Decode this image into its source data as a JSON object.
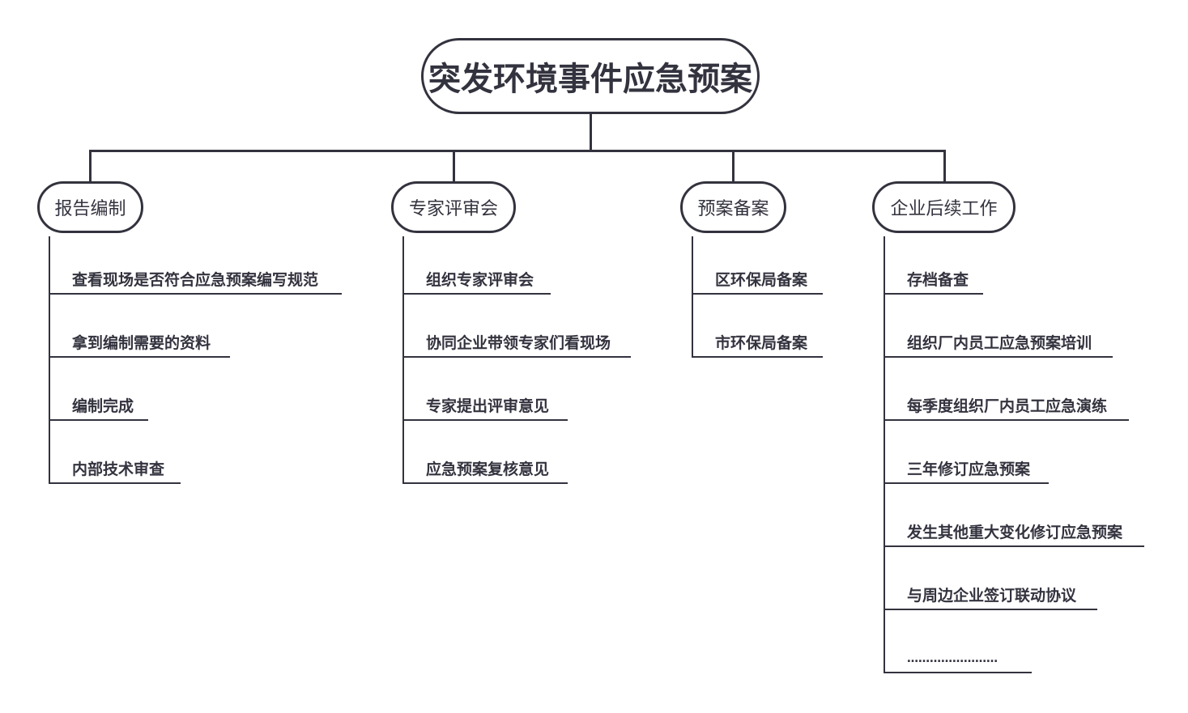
{
  "root": {
    "title": "突发环境事件应急预案"
  },
  "branches": [
    {
      "label": "报告编制",
      "items": [
        "查看现场是否符合应急预案编写规范",
        "拿到编制需要的资料",
        "编制完成",
        "内部技术审查"
      ]
    },
    {
      "label": "专家评审会",
      "items": [
        "组织专家评审会",
        "协同企业带领专家们看现场",
        "专家提出评审意见",
        "应急预案复核意见"
      ]
    },
    {
      "label": "预案备案",
      "items": [
        "区环保局备案",
        "市环保局备案"
      ]
    },
    {
      "label": "企业后续工作",
      "items": [
        "存档备查",
        "组织厂内员工应急预案培训",
        "每季度组织厂内员工应急演练",
        "三年修订应急预案",
        "发生其他重大变化修订应急预案",
        "与周边企业签订联动协议",
        "……………………"
      ]
    }
  ],
  "colors": {
    "line": "#33333f",
    "text": "#33333f",
    "background": "#ffffff"
  }
}
